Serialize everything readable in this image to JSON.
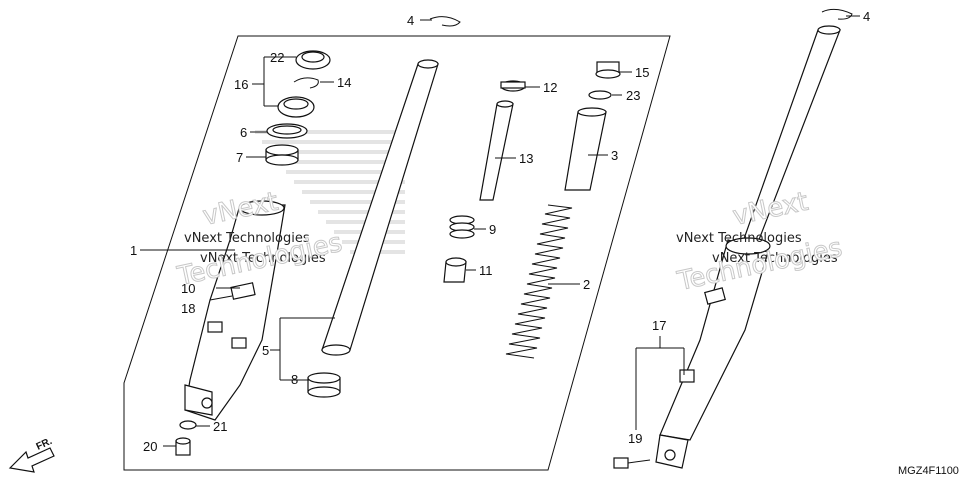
{
  "callouts": [
    {
      "id": "c1",
      "text": "1"
    },
    {
      "id": "c2",
      "text": "2"
    },
    {
      "id": "c3",
      "text": "3"
    },
    {
      "id": "c4a",
      "text": "4"
    },
    {
      "id": "c4b",
      "text": "4"
    },
    {
      "id": "c5",
      "text": "5"
    },
    {
      "id": "c6",
      "text": "6"
    },
    {
      "id": "c7",
      "text": "7"
    },
    {
      "id": "c8",
      "text": "8"
    },
    {
      "id": "c9",
      "text": "9"
    },
    {
      "id": "c10",
      "text": "10"
    },
    {
      "id": "c11",
      "text": "11"
    },
    {
      "id": "c12",
      "text": "12"
    },
    {
      "id": "c13",
      "text": "13"
    },
    {
      "id": "c14",
      "text": "14"
    },
    {
      "id": "c15",
      "text": "15"
    },
    {
      "id": "c16",
      "text": "16"
    },
    {
      "id": "c17",
      "text": "17"
    },
    {
      "id": "c18",
      "text": "18"
    },
    {
      "id": "c19",
      "text": "19"
    },
    {
      "id": "c20",
      "text": "20"
    },
    {
      "id": "c21",
      "text": "21"
    },
    {
      "id": "c22",
      "text": "22"
    },
    {
      "id": "c23",
      "text": "23"
    }
  ],
  "watermark": {
    "line1": "vNext Technologies",
    "line2": "vNext",
    "line3": "Technologies"
  },
  "direction_marker": "FR.",
  "diagram_code": "MGZ4F1100",
  "colors": {
    "line": "#111111",
    "watermark": "#c8c8c8",
    "logo": "#d6d6d6"
  }
}
